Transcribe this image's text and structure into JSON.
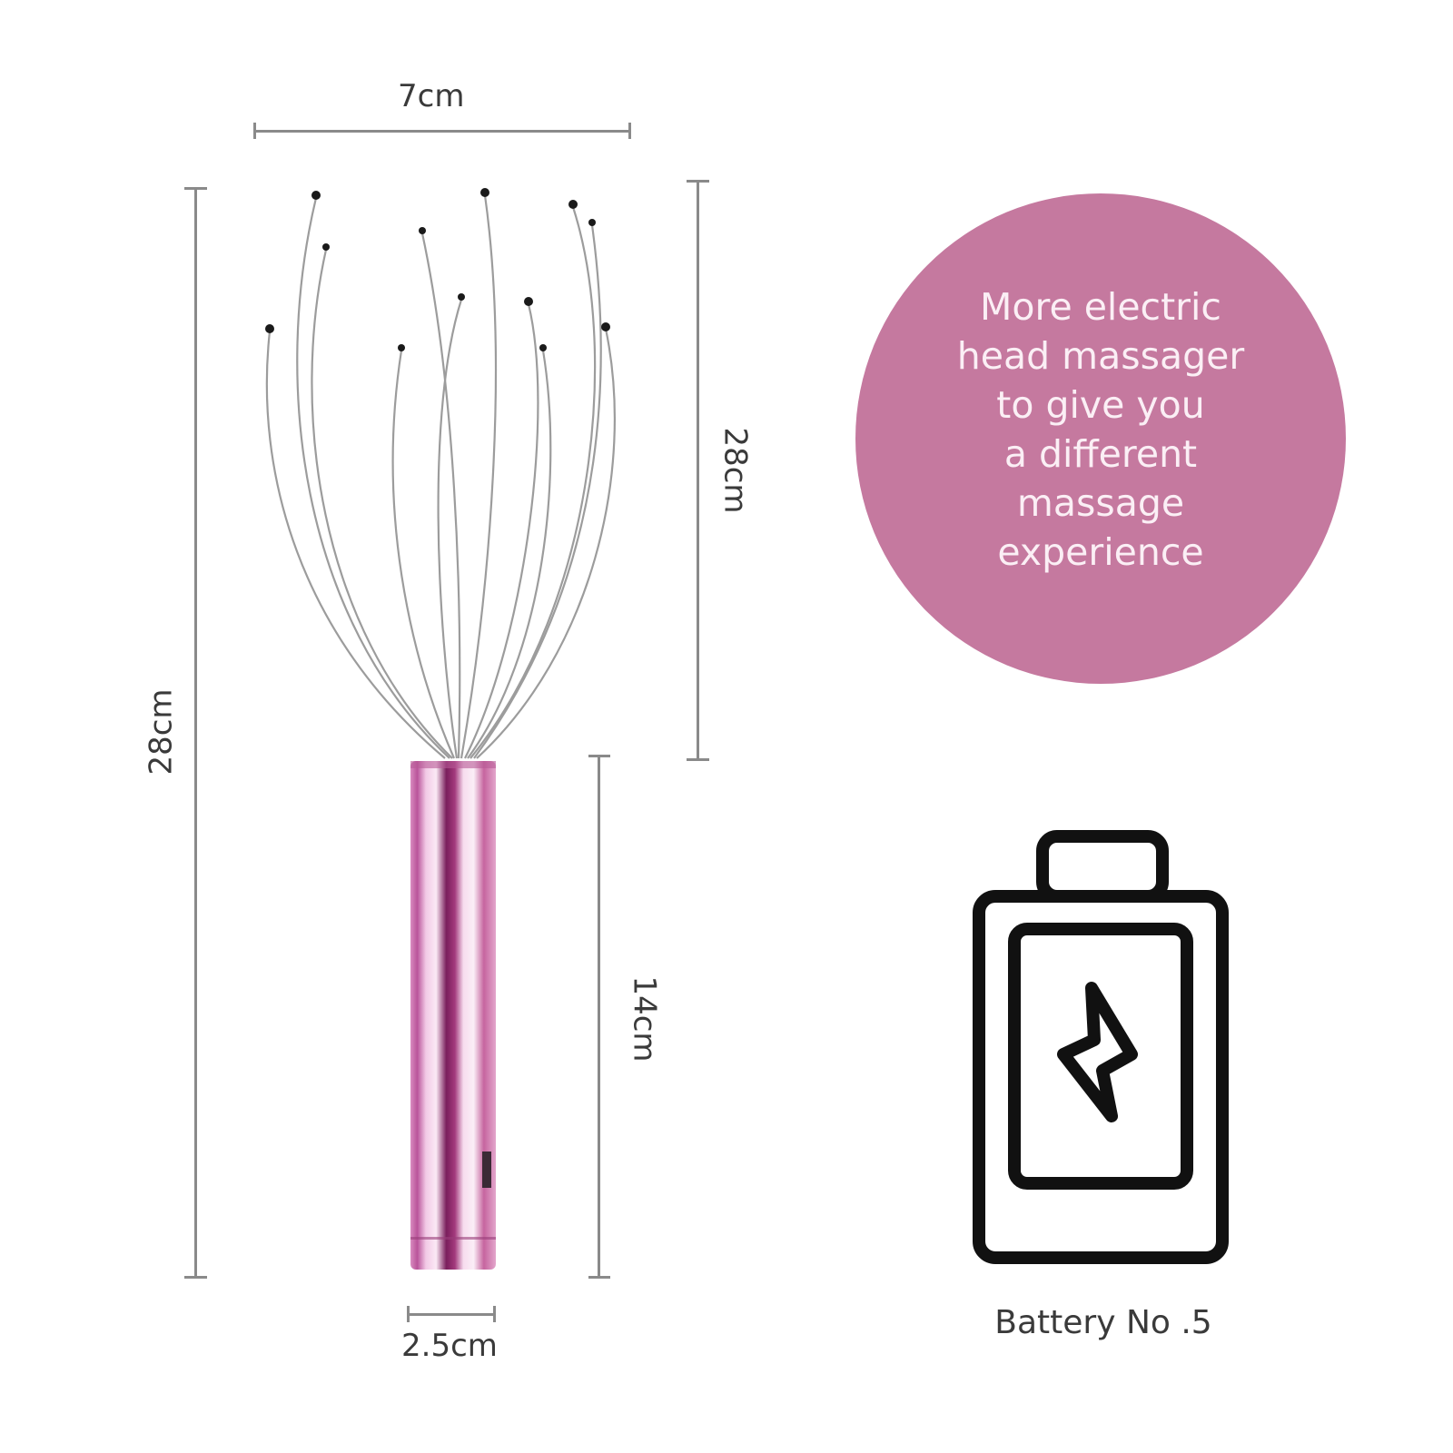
{
  "dimensions": {
    "width_top": "7cm",
    "total_height": "28cm",
    "head_height": "28cm",
    "handle_height": "14cm",
    "handle_width": "2.5cm"
  },
  "promo": {
    "lines": [
      "More electric",
      "head massager",
      "to give you",
      "a different",
      "massage",
      "experience"
    ],
    "circle_color": "#c5799f",
    "text_color": "#fbeff5"
  },
  "battery": {
    "icon": "battery-charging-icon",
    "label": "Battery No .5"
  },
  "product": {
    "name": "head massager",
    "handle_color": "#c9679f",
    "wire_color": "#9a9a9a",
    "tip_color": "#1a1a1a"
  }
}
